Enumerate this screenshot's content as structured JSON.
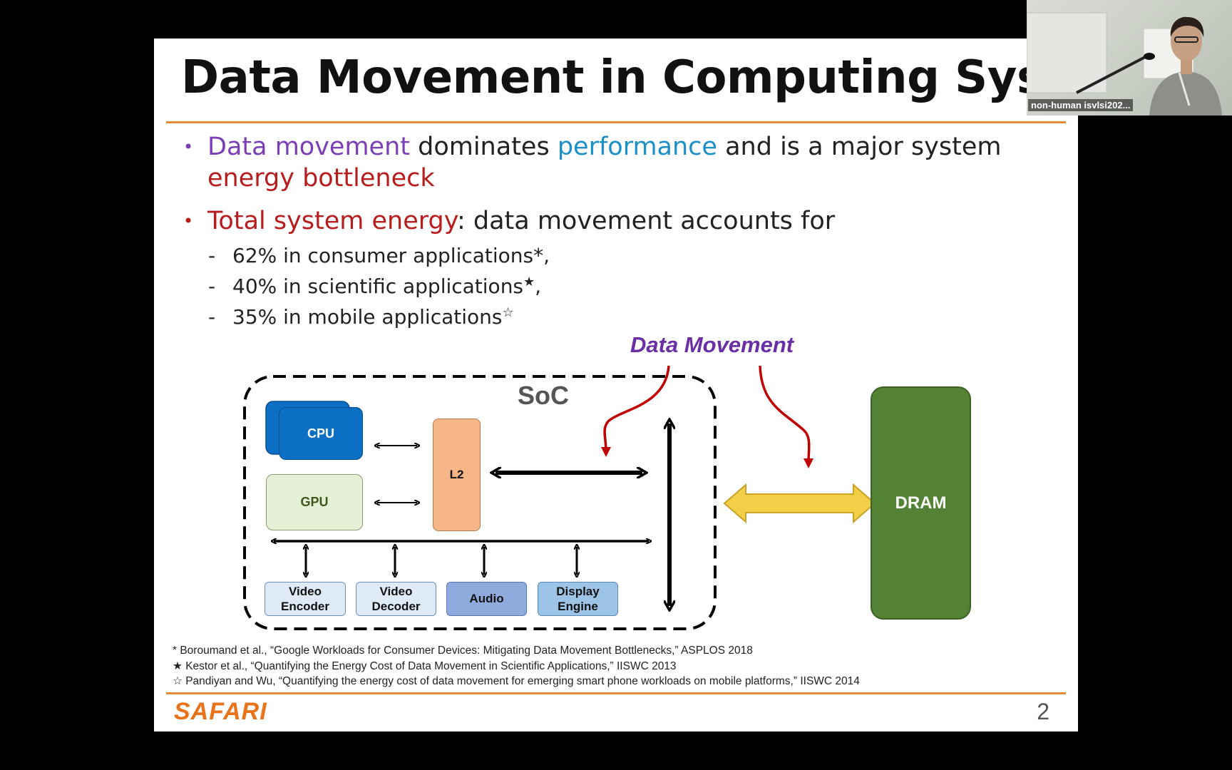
{
  "slide": {
    "title": "Data Movement in Computing Systems",
    "bullet1": {
      "part1": "Data movement",
      "part2": " dominates ",
      "part3": "performance",
      "part4": " and is a major system",
      "part5": "energy bottleneck"
    },
    "bullet2": {
      "part1": "Total system energy",
      "part2": ": data movement accounts for"
    },
    "subitems": [
      {
        "dash": "-",
        "text": "62% in consumer applications",
        "mark": "*",
        "tail": ","
      },
      {
        "dash": "-",
        "text": "40% in scientific applications",
        "mark": "★",
        "tail": ","
      },
      {
        "dash": "-",
        "text": "35% in mobile  applications",
        "mark": "☆",
        "tail": ""
      }
    ],
    "diagram": {
      "data_movement_label": "Data Movement",
      "soc_label": "SoC",
      "cpu": "CPU",
      "gpu": "GPU",
      "l2": "L2",
      "dram": "DRAM",
      "video_encoder": [
        "Video",
        "Encoder"
      ],
      "video_decoder": [
        "Video",
        "Decoder"
      ],
      "audio": "Audio",
      "display_engine": [
        "Display",
        "Engine"
      ]
    },
    "references": [
      "* Boroumand et al., “Google Workloads for Consumer Devices: Mitigating Data Movement Bottlenecks,” ASPLOS 2018",
      "★ Kestor et al., “Quantifying the Energy Cost of Data Movement in Scientific Applications,” IISWC 2013",
      "☆ Pandiyan and Wu, “Quantifying the energy cost of data movement for emerging smart phone workloads on mobile platforms,” IISWC 2014"
    ],
    "footer_logo": "SAFARI",
    "page_number": "2"
  },
  "video": {
    "participant_label": "non-human isvlsi202..."
  },
  "colors": {
    "accent_orange": "#e8893a",
    "purple": "#7b3fb5",
    "blue": "#1a8fc8",
    "red": "#b81d1d",
    "cpu_blue": "#0b6fc4",
    "dram_green": "#548235",
    "yellow_arrow": "#f3cf48"
  }
}
